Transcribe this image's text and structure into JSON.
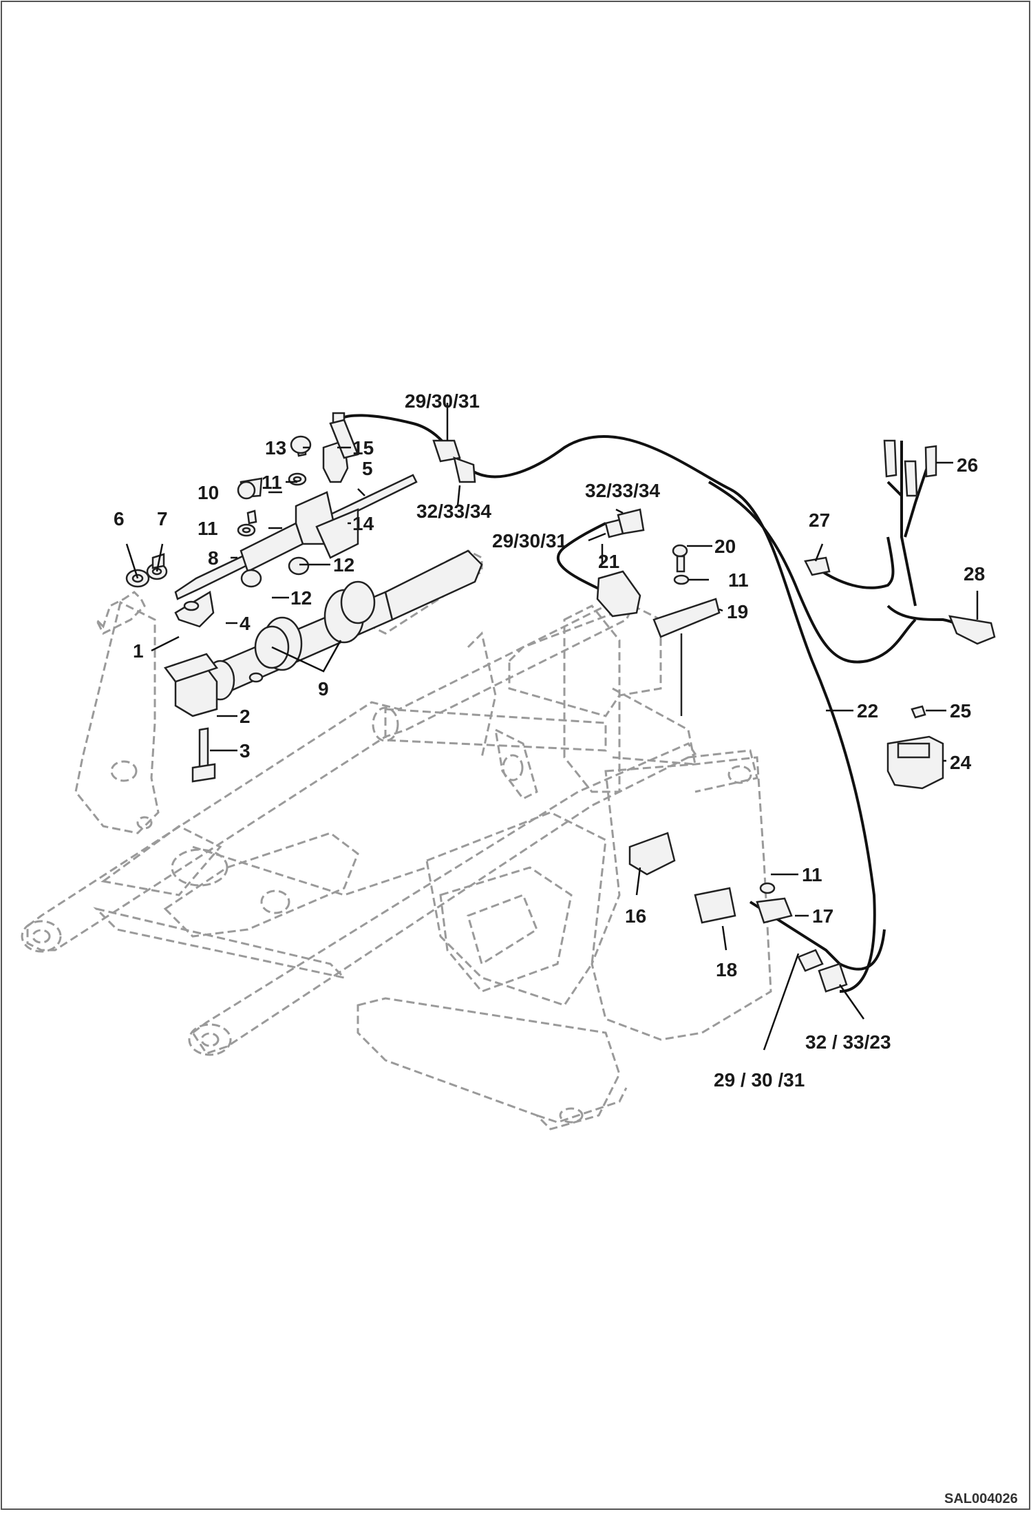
{
  "drawing_id": "SAL004026",
  "callouts": [
    {
      "id": "c1",
      "text": "1"
    },
    {
      "id": "c2",
      "text": "2"
    },
    {
      "id": "c3",
      "text": "3"
    },
    {
      "id": "c4",
      "text": "4"
    },
    {
      "id": "c5",
      "text": "5"
    },
    {
      "id": "c6",
      "text": "6"
    },
    {
      "id": "c7",
      "text": "7"
    },
    {
      "id": "c8",
      "text": "8"
    },
    {
      "id": "c9",
      "text": "9"
    },
    {
      "id": "c10",
      "text": "10"
    },
    {
      "id": "c11a",
      "text": "11"
    },
    {
      "id": "c11b",
      "text": "11"
    },
    {
      "id": "c11c",
      "text": "11"
    },
    {
      "id": "c11d",
      "text": "11"
    },
    {
      "id": "c12a",
      "text": "12"
    },
    {
      "id": "c12b",
      "text": "12"
    },
    {
      "id": "c13",
      "text": "13"
    },
    {
      "id": "c14",
      "text": "14"
    },
    {
      "id": "c15",
      "text": "15"
    },
    {
      "id": "c16",
      "text": "16"
    },
    {
      "id": "c17",
      "text": "17"
    },
    {
      "id": "c18",
      "text": "18"
    },
    {
      "id": "c19",
      "text": "19"
    },
    {
      "id": "c20",
      "text": "20"
    },
    {
      "id": "c21",
      "text": "21"
    },
    {
      "id": "c22",
      "text": "22"
    },
    {
      "id": "c24",
      "text": "24"
    },
    {
      "id": "c25",
      "text": "25"
    },
    {
      "id": "c26",
      "text": "26"
    },
    {
      "id": "c27",
      "text": "27"
    },
    {
      "id": "c28",
      "text": "28"
    },
    {
      "id": "c293031a",
      "text": "29/30/31"
    },
    {
      "id": "c293031b",
      "text": "29/30/31"
    },
    {
      "id": "c293031c",
      "text": "29 / 30 /31"
    },
    {
      "id": "c323334a",
      "text": "32/33/34"
    },
    {
      "id": "c323334b",
      "text": "32/33/34"
    },
    {
      "id": "c323323",
      "text": "32 / 33/23"
    }
  ]
}
